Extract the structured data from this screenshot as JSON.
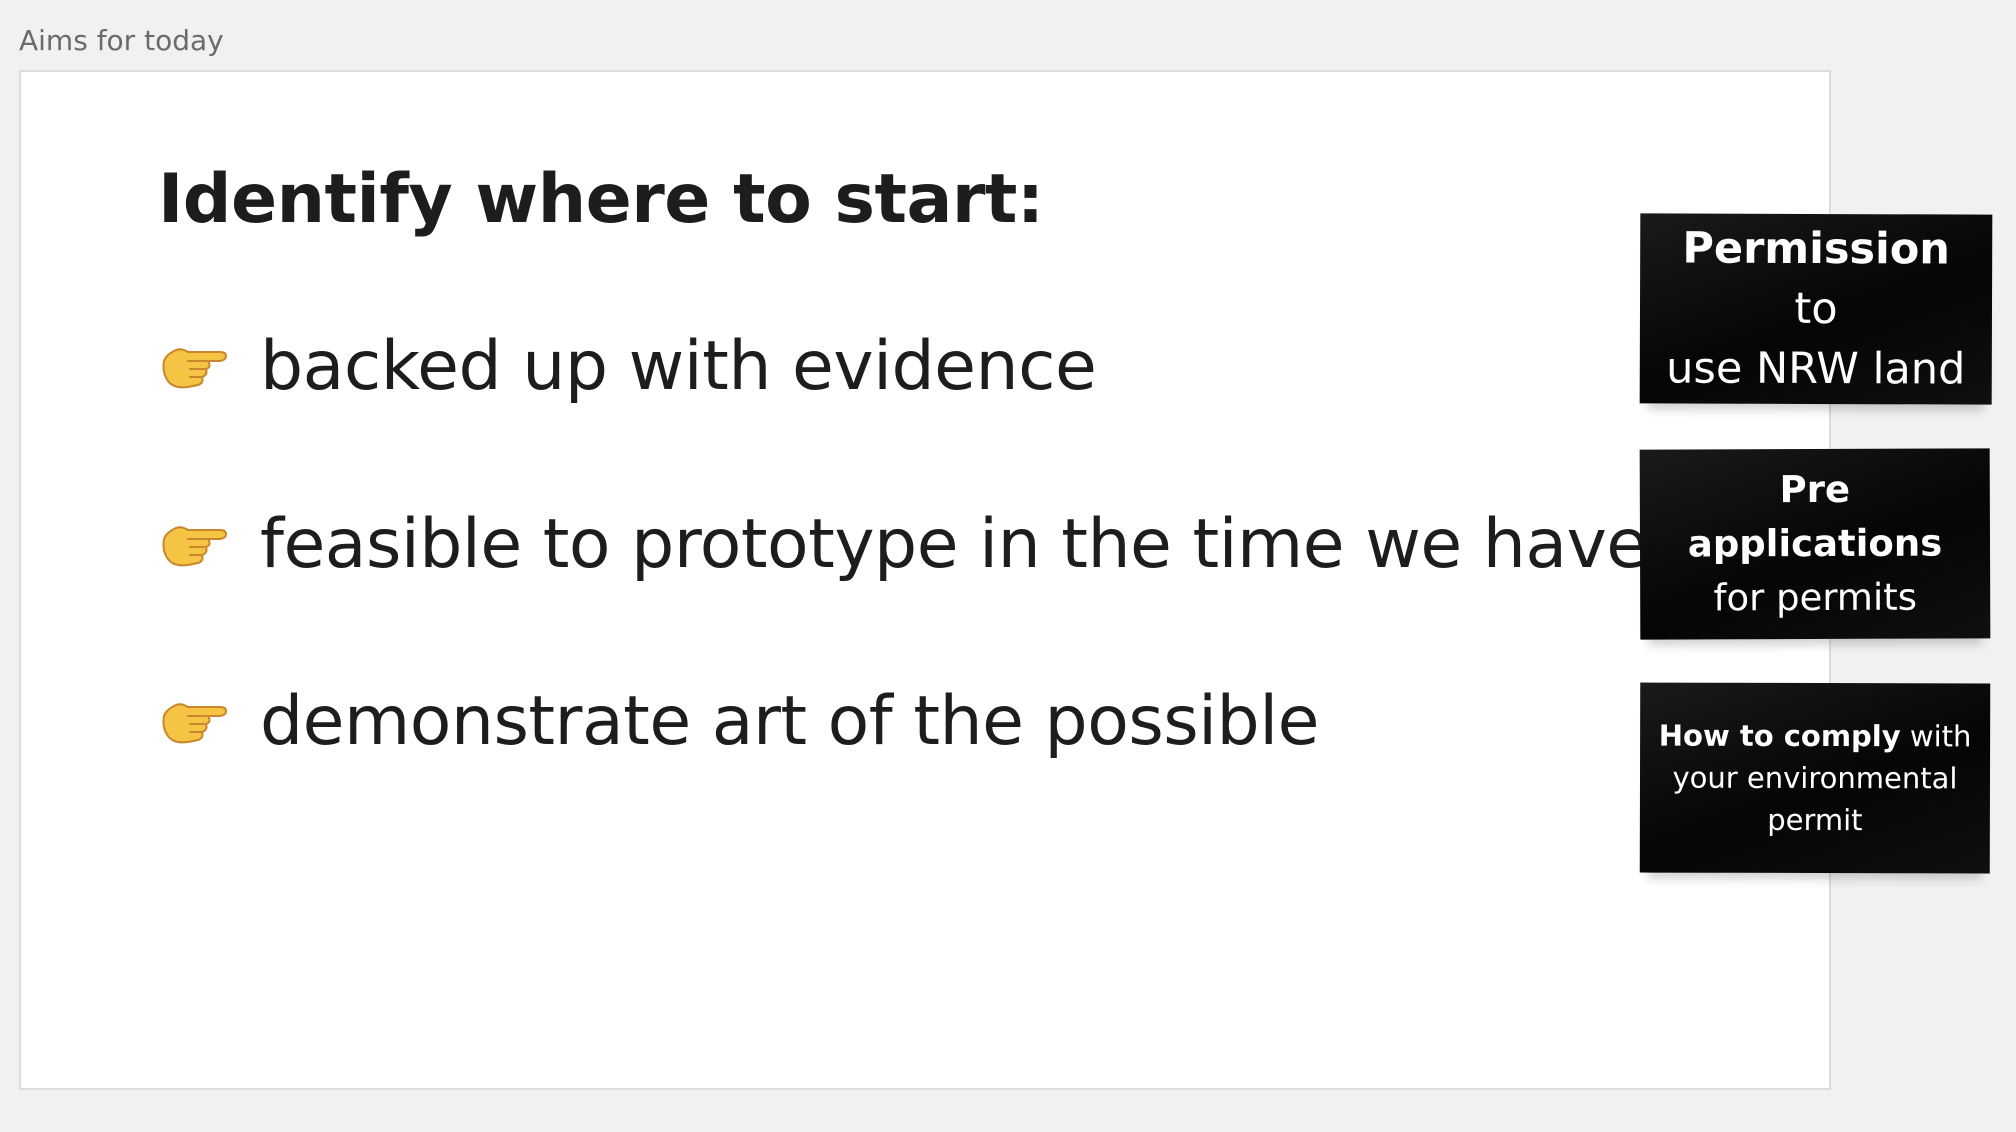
{
  "frame": {
    "title": "Aims for today"
  },
  "slide": {
    "heading": "Identify where to start:",
    "bullets": [
      {
        "icon": "backhand-index-pointing-right-icon",
        "text": "backed up with evidence"
      },
      {
        "icon": "backhand-index-pointing-right-icon",
        "text": "feasible to prototype in the time we have"
      },
      {
        "icon": "backhand-index-pointing-right-icon",
        "text": "demonstrate art of the possible"
      }
    ]
  },
  "stickies": [
    {
      "bold": "Permission",
      "rest": " to",
      "line2": "use NRW land",
      "line3": ""
    },
    {
      "bold": "Pre applications",
      "rest": "",
      "line2": "for permits",
      "line3": ""
    },
    {
      "bold": "How to comply",
      "rest": " with",
      "line2": "your environmental",
      "line3": "permit"
    }
  ],
  "colors": {
    "canvas_background": "#f1f1f1",
    "slide_background": "#ffffff",
    "sticky_background": "#0a0a0a",
    "sticky_text": "#ffffff",
    "body_text": "#1d1d1d",
    "label_text": "#6b6b6b"
  }
}
